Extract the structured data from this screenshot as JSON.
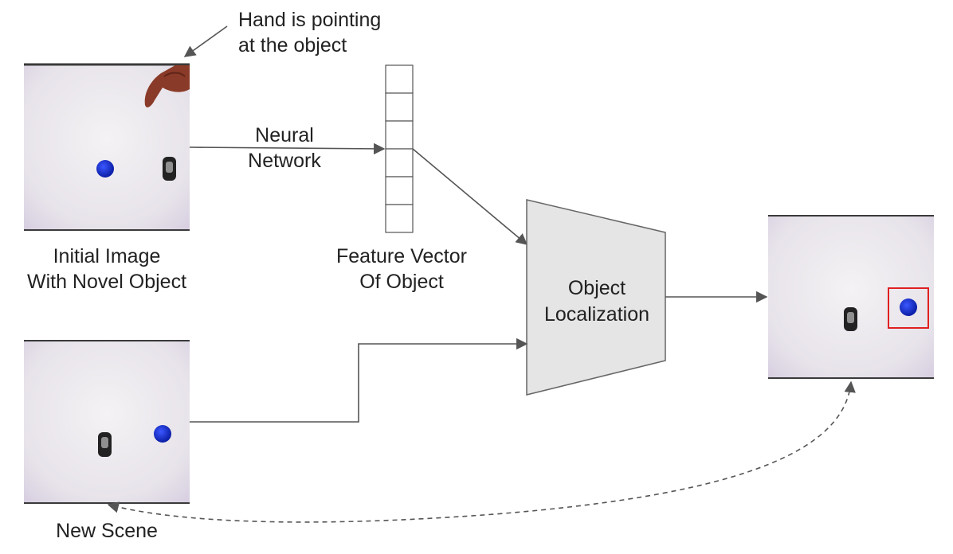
{
  "annotation": {
    "line1": "Hand is pointing",
    "line2": "at the object"
  },
  "images": {
    "initial": {
      "caption_line1": "Initial Image",
      "caption_line2": "With Novel Object"
    },
    "new_scene": {
      "caption": "New Scene"
    },
    "output": {}
  },
  "edges": {
    "neural_network": {
      "line1": "Neural",
      "line2": "Network"
    }
  },
  "feature_vector": {
    "cells": 6,
    "label_line1": "Feature Vector",
    "label_line2": "Of Object"
  },
  "localizer": {
    "label_line1": "Object",
    "label_line2": "Localization"
  },
  "colors": {
    "line": "#555555",
    "block_fill": "#e5e5e5",
    "block_stroke": "#666666",
    "blue_object": "#1530d0",
    "highlight_box": "#e02020",
    "table_surface": "#e7e3ea"
  }
}
